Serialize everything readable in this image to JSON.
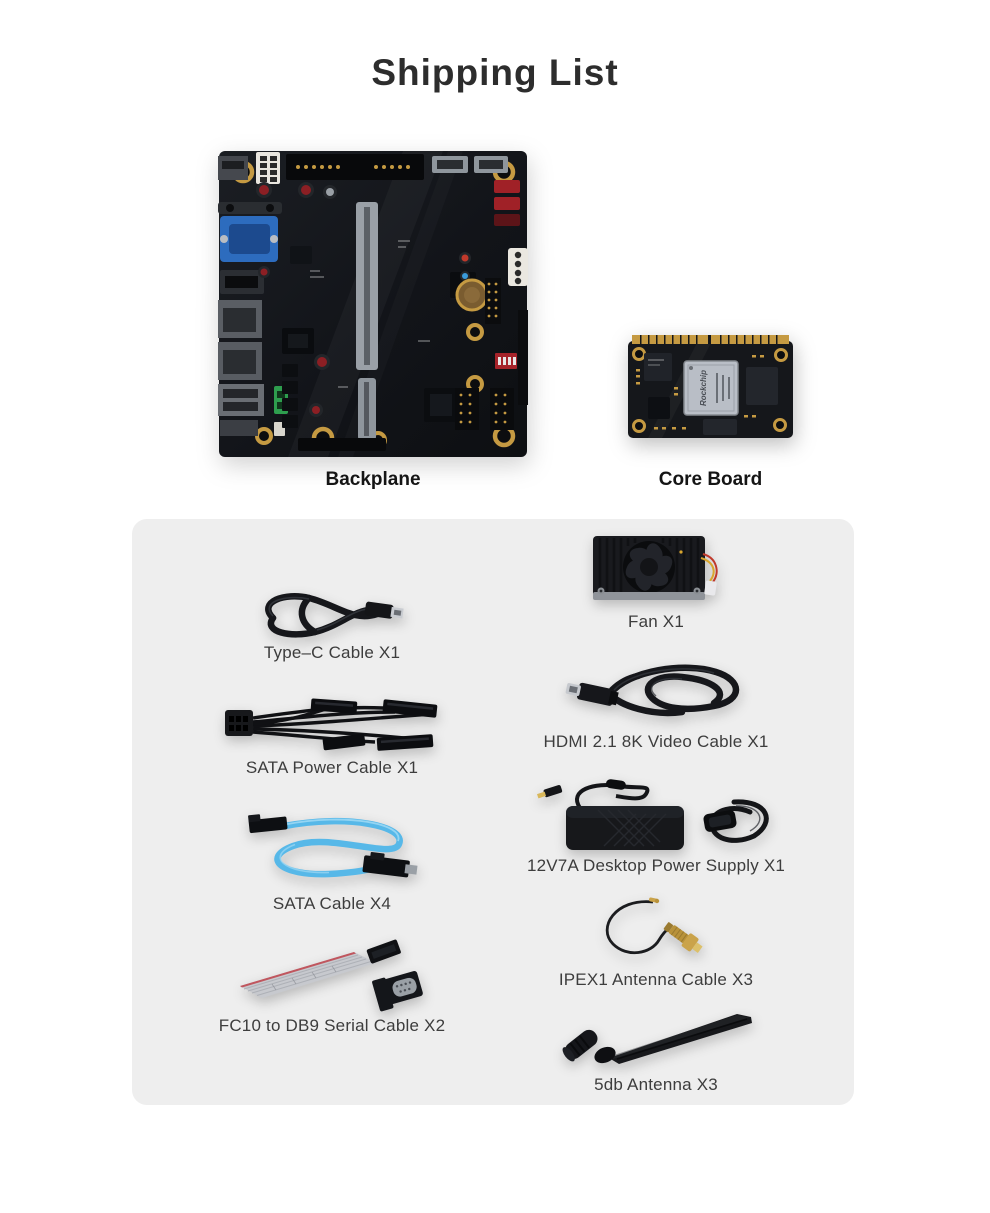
{
  "header": {
    "title": "Shipping List"
  },
  "boards": {
    "backplane": {
      "label": "Backplane"
    },
    "core": {
      "label": "Core Board",
      "chip_text": "Rockchip"
    }
  },
  "panel": {
    "items": {
      "typec": {
        "label": "Type–C Cable X1"
      },
      "sata_power": {
        "label": "SATA Power Cable X1"
      },
      "sata": {
        "label": "SATA Cable X4"
      },
      "fc10_db9": {
        "label": "FC10 to DB9 Serial Cable X2"
      },
      "fan": {
        "label": "Fan X1"
      },
      "hdmi": {
        "label": "HDMI 2.1 8K Video Cable X1"
      },
      "psu": {
        "label": "12V7A Desktop Power Supply X1"
      },
      "ipex": {
        "label": "IPEX1 Antenna Cable X3"
      },
      "antenna": {
        "label": "5db Antenna X3"
      }
    }
  },
  "colors": {
    "panel_bg": "#eeeeee",
    "pcb_black": "#14161a",
    "gold": "#c59a42",
    "sata_blue": "#57b8e8",
    "vga_blue": "#2d6cbe",
    "sata_red": "#a02127"
  }
}
